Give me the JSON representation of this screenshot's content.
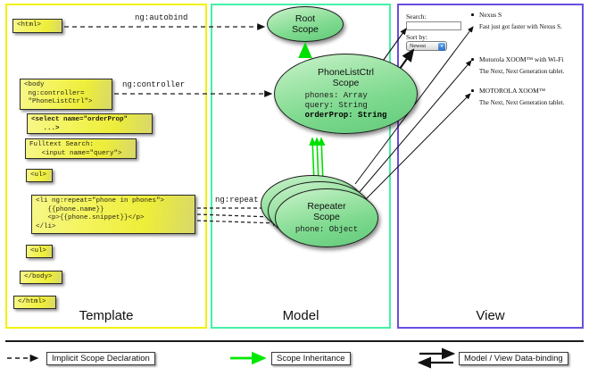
{
  "columns": [
    {
      "id": "template",
      "label": "Template",
      "border_color": "#f2f20d"
    },
    {
      "id": "model",
      "label": "Model",
      "border_color": "#45f0a8"
    },
    {
      "id": "view",
      "label": "View",
      "border_color": "#6a4fe0"
    }
  ],
  "template": {
    "boxes": [
      {
        "name": "html-open-tag",
        "text": "<html>"
      },
      {
        "name": "body-open-tag",
        "text": "<body\n ng:controller=\n \"PhoneListCtrl\">"
      },
      {
        "name": "select-tag",
        "text": "<select name=\"orderProp\"\n   ...>",
        "bold": true
      },
      {
        "name": "fulltext-search",
        "text": "Fulltext Search:\n   <input name=\"query\">"
      },
      {
        "name": "ul-open-tag",
        "text": "<ul>"
      },
      {
        "name": "li-repeat-tag",
        "text": "<li ng:repeat=\"phone in phones\">\n   {{phone.name}}\n   <p>{{phone.snippet}}</p>\n</li>"
      },
      {
        "name": "ul-close-tag",
        "text": "<ul>"
      },
      {
        "name": "body-close-tag",
        "text": "</body>"
      },
      {
        "name": "html-close-tag",
        "text": "</html>"
      }
    ]
  },
  "model": {
    "scopes": [
      {
        "name": "root-scope",
        "title": "Root\nScope",
        "props": ""
      },
      {
        "name": "phonelistctrl-scope",
        "title": "PhoneListCtrl\nScope",
        "props_plain": "phones: Array\nquery: String\n",
        "props_bold": "orderProp: String"
      },
      {
        "name": "repeater-scope",
        "title": "Repeater\nScope",
        "props": "phone: Object"
      }
    ]
  },
  "view": {
    "search_label": "Search:",
    "search_value": "",
    "sortby_label": "Sort by:",
    "sortby_value": "Newest",
    "phones": [
      {
        "name": "Nexus S",
        "snippet": "Fast just got faster with Nexus S."
      },
      {
        "name": "Motorola XOOM™ with Wi-Fi",
        "snippet": "The Next, Next Generation tablet."
      },
      {
        "name": "MOTOROLA XOOM™",
        "snippet": "The Next, Next Generation tablet."
      }
    ]
  },
  "connectors": [
    {
      "name": "ng-autobind-label",
      "text": "ng:autobind"
    },
    {
      "name": "ng-controller-label",
      "text": "ng:controller"
    },
    {
      "name": "ng-repeat-label",
      "text": "ng:repeat"
    }
  ],
  "legend": [
    {
      "name": "legend-implicit-scope",
      "text": "Implicit Scope Declaration",
      "style": "dashed-arrow",
      "color": "#1a1a1a"
    },
    {
      "name": "legend-scope-inherit",
      "text": "Scope Inheritance",
      "style": "green-arrow",
      "color": "#00e800"
    },
    {
      "name": "legend-data-binding",
      "text": "Model / View Data-binding",
      "style": "double-arrow",
      "color": "#111111"
    }
  ]
}
